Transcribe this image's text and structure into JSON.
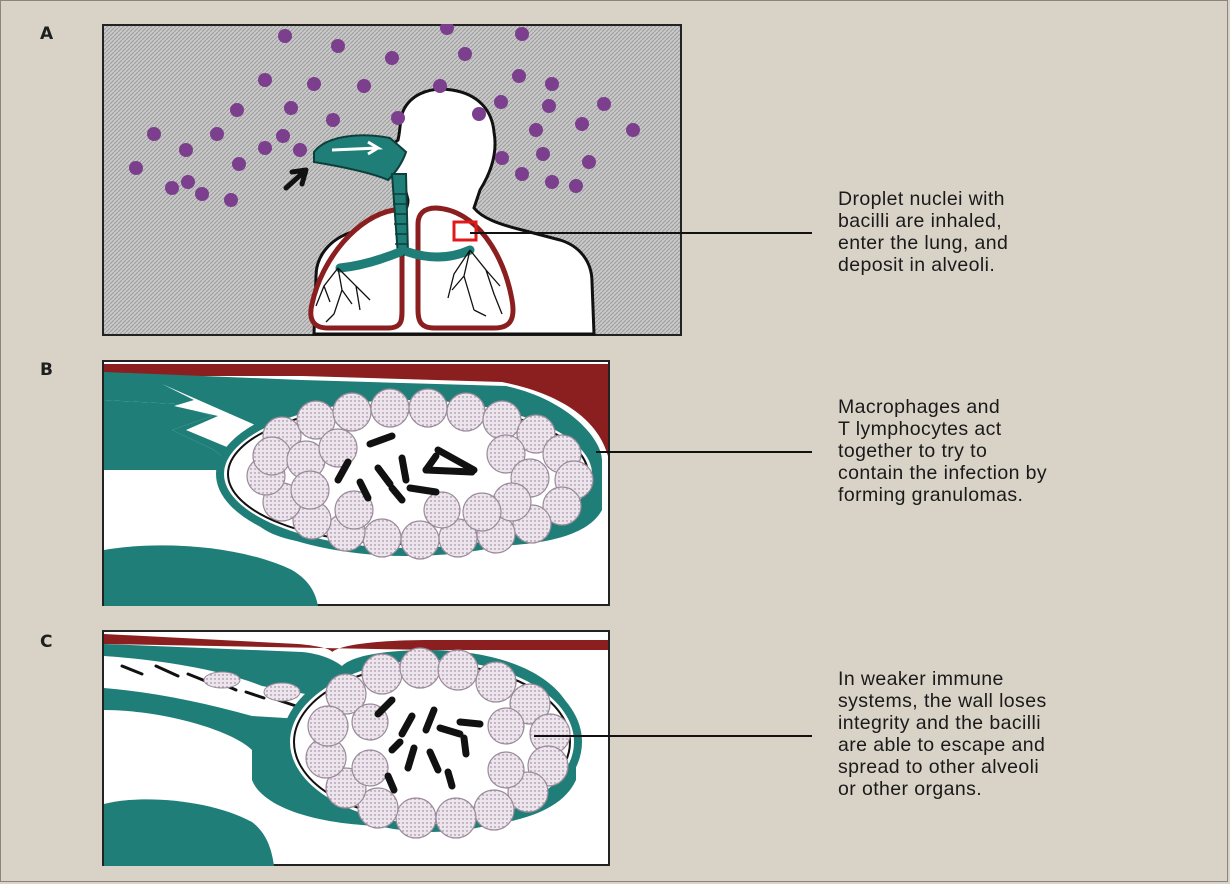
{
  "panels": [
    {
      "letter": "A",
      "caption": "Droplet nuclei with\nbacilli are inhaled,\nenter the lung, and\ndeposit in alveoli."
    },
    {
      "letter": "B",
      "caption": "Macrophages and\nT lymphocytes act\ntogether to try to\ncontain the infection by\nforming granulomas."
    },
    {
      "letter": "C",
      "caption": "In weaker immune\nsystems, the wall loses\nintegrity and the bacilli\nare able to escape and\nspread to other alveoli\nor other organs."
    }
  ],
  "colors": {
    "background": "#d8d2c7",
    "airway_teal": "#1f7f78",
    "lung_outline": "#8b1f1f",
    "droplet_purple": "#7b3f8e",
    "highlight_red": "#e01818",
    "cell_fill": "#e6dfe6"
  }
}
